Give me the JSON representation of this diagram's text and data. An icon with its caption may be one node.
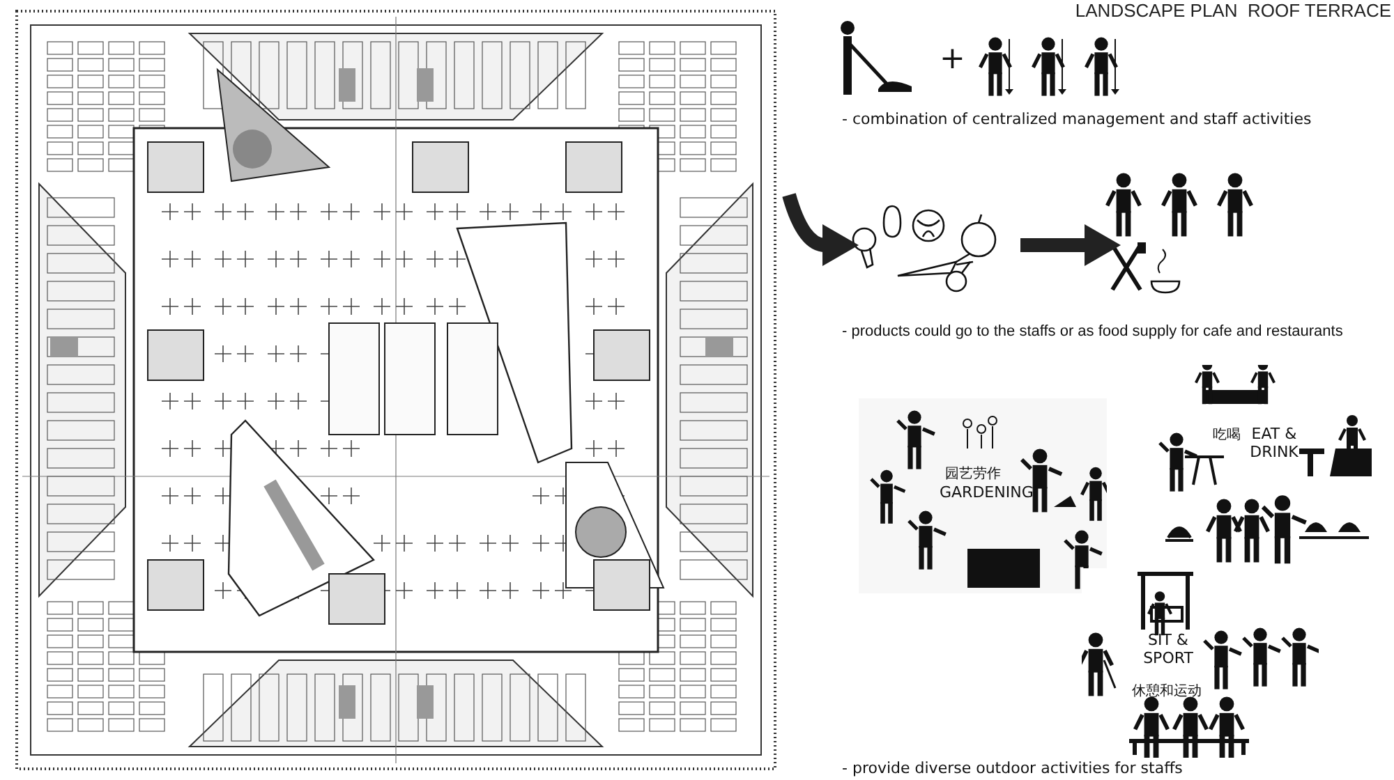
{
  "diagram": {
    "title": "LANDSCAPE PLAN  ROOF TERRACE",
    "nodes": [
      {
        "text": [],
        "shape": "picture"
      },
      {
        "text": [],
        "shape": "picture"
      }
    ],
    "edges": [
      {
        "from": null,
        "to": 0,
        "arrow": "to"
      },
      {
        "from": 0,
        "to": 1,
        "arrow": "to"
      }
    ],
    "labels": [
      "+",
      "- combination of centralized management and staff activities",
      "- products could go to the staffs or as food supply for cafe and restaurants",
      "园艺劳作",
      "GARDENING",
      "吃喝",
      "EAT & DRINK",
      "SIT & SPORT",
      "休憩和运动",
      "- provide diverse outdoor activities for staffs"
    ]
  }
}
